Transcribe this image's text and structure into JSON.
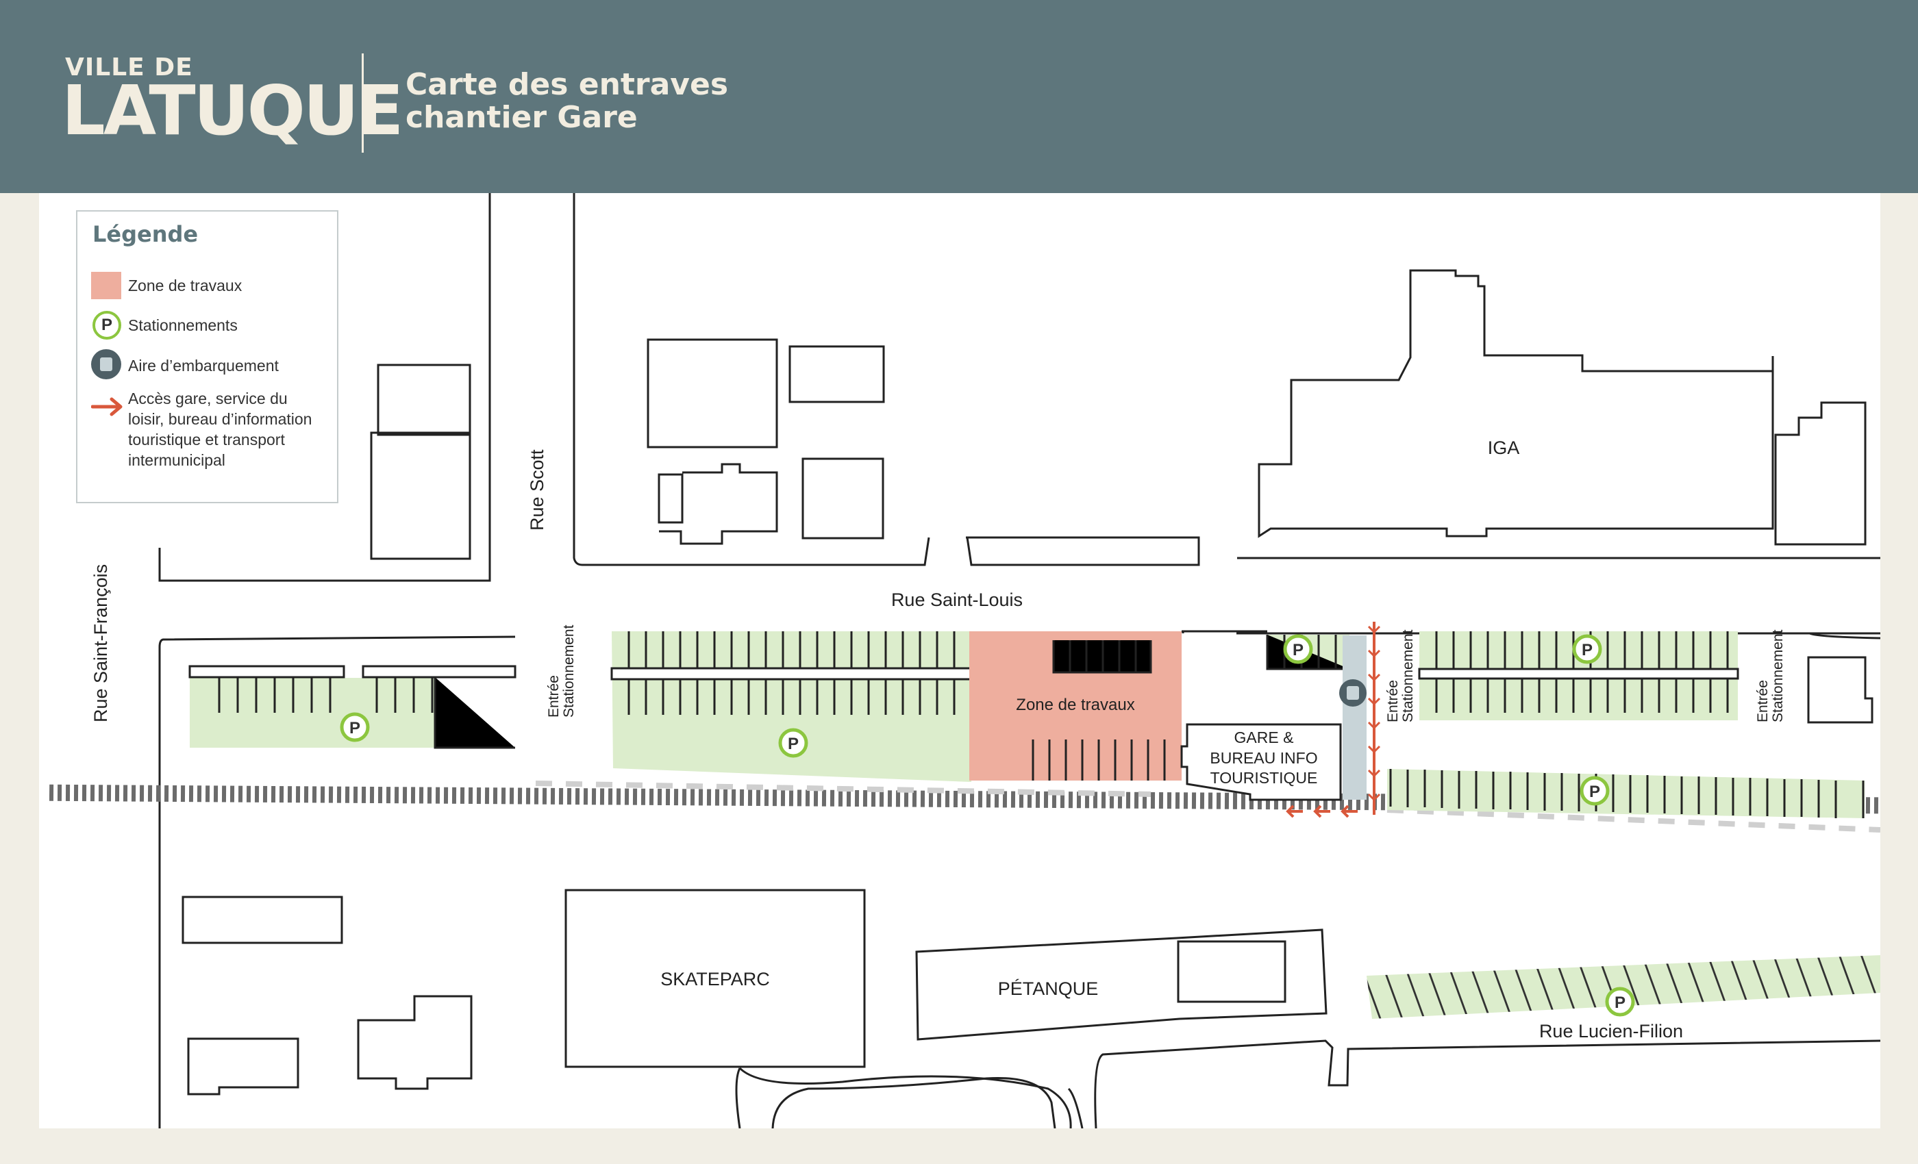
{
  "header": {
    "logo_small": "VILLE DE",
    "logo_big": "LATUQUE",
    "title_line1": "Carte des entraves",
    "title_line2": "chantier Gare"
  },
  "legend": {
    "title": "Légende",
    "items": [
      {
        "icon": "work-zone-swatch",
        "label": "Zone de travaux"
      },
      {
        "icon": "parking-icon",
        "label": "Stationnements"
      },
      {
        "icon": "bus-icon",
        "label": "Aire d’embarquement"
      },
      {
        "icon": "arrow-icon",
        "label_lines": [
          "Accès gare, service du",
          "loisir, bureau d’information",
          "touristique et transport",
          "intermunicipal"
        ]
      }
    ]
  },
  "map": {
    "streets": {
      "saint_louis": "Rue Saint-Louis",
      "scott": "Rue Scott",
      "saint_francois": "Rue Saint-François",
      "lucien_filion": "Rue Lucien-Filion"
    },
    "buildings": {
      "iga": "IGA",
      "skateparc": "SKATEPARC",
      "petanque": "PÉTANQUE",
      "gare_lines": [
        "GARE &",
        "BUREAU INFO",
        "TOURISTIQUE"
      ]
    },
    "zone_travaux": "Zone de travaux",
    "parking_symbol": "P",
    "entree_line1": "Entrée",
    "entree_line2": "Stationnement"
  },
  "colors": {
    "header_bg": "#5e767c",
    "header_text": "#f2ede0",
    "page_bg": "#f1eee5",
    "parking_fill": "#dcedcc",
    "work_zone": "#eeae9e",
    "parking_ring": "#8cc63f",
    "arrow": "#d9583b",
    "bus_circle": "#4e5f66",
    "boarding_strip": "#c8d4d8"
  }
}
